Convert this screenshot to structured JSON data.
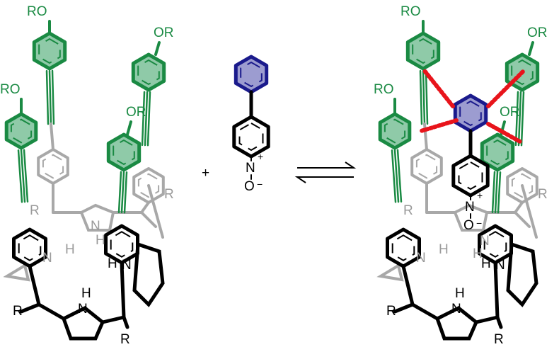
{
  "colors": {
    "green": "#1a8a43",
    "green_fill": "#8fcaa8",
    "blue": "#1a1a8c",
    "blue_fill": "#9c9cd0",
    "gray": "#a8a8a8",
    "black": "#000000",
    "red": "#e8141b"
  },
  "left_host": {
    "labels": {
      "ro_top": "RO",
      "or_top": "OR",
      "ro_mid": "RO",
      "or_mid": "OR",
      "r_left": "R",
      "r_bottom": "R",
      "r_back_left": "R",
      "r_back_right": "R",
      "nh_front_n": "N",
      "nh_front_h": "H",
      "nh_left": "N",
      "nh_left_h": "H",
      "nh_back": "N",
      "nh_back_h": "H",
      "nh_right": "N",
      "nh_right_h": "H"
    }
  },
  "plus": "+",
  "guest": {
    "n_label": "N",
    "plus_charge": "+",
    "o_label": "O",
    "minus_charge": "−"
  },
  "complex": {
    "labels": {
      "ro_top": "RO",
      "or_top": "OR",
      "ro_mid": "RO",
      "or_mid": "OR",
      "r_left": "R",
      "r_bottom": "R",
      "r_back_left": "R",
      "r_back_right": "R",
      "nh_front_n": "N",
      "nh_front_h": "H",
      "nh_left": "N",
      "nh_left_h": "H",
      "nh_back": "N",
      "nh_back_h": "H",
      "nh_right": "N",
      "nh_right_h": "H",
      "guest_n": "N",
      "guest_plus": "+",
      "guest_o": "O",
      "guest_minus": "−"
    }
  }
}
